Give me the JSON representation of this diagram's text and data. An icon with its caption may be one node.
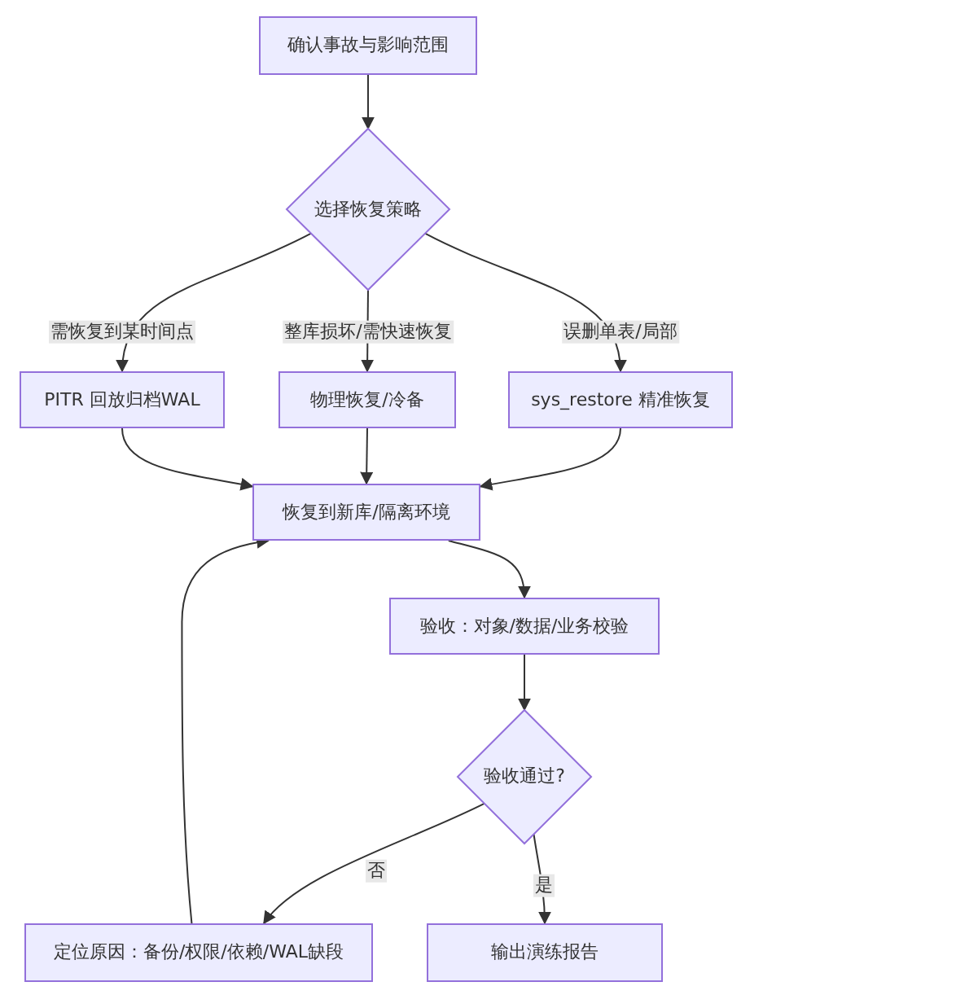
{
  "diagram": {
    "nodes": [
      {
        "text": [
          "确认事故与影响范围"
        ]
      },
      {
        "text": [
          "选择恢复策略"
        ]
      },
      {
        "text": [
          "PITR 回放归档WAL"
        ]
      },
      {
        "text": [
          "物理恢复/冷备"
        ]
      },
      {
        "text": [
          "sys_restore 精准恢复"
        ]
      },
      {
        "text": [
          "恢复到新库/隔离环境"
        ]
      },
      {
        "text": [
          "验收：对象/数据/业务校验"
        ]
      },
      {
        "text": [
          "验收通过?"
        ]
      },
      {
        "text": [
          "定位原因：备份/权限/依赖/WAL缺段"
        ]
      },
      {
        "text": [
          "输出演练报告"
        ]
      }
    ],
    "edges": [
      {
        "from": 0,
        "to": 1,
        "arrow": "to"
      },
      {
        "from": 1,
        "to": 2,
        "arrow": "to",
        "label": "需恢复到某时间点"
      },
      {
        "from": 1,
        "to": 3,
        "arrow": "to",
        "label": "整库损坏/需快速恢复"
      },
      {
        "from": 1,
        "to": 4,
        "arrow": "to",
        "label": "误删单表/局部"
      },
      {
        "from": 2,
        "to": 5,
        "arrow": "to"
      },
      {
        "from": 3,
        "to": 5,
        "arrow": "to"
      },
      {
        "from": 4,
        "to": 5,
        "arrow": "to"
      },
      {
        "from": 5,
        "to": 6,
        "arrow": "to"
      },
      {
        "from": 6,
        "to": 7,
        "arrow": "to"
      },
      {
        "from": 7,
        "to": 8,
        "arrow": "to",
        "label": "否"
      },
      {
        "from": 7,
        "to": 9,
        "arrow": "to",
        "label": "是"
      },
      {
        "from": 8,
        "to": 5,
        "arrow": "to"
      }
    ]
  }
}
